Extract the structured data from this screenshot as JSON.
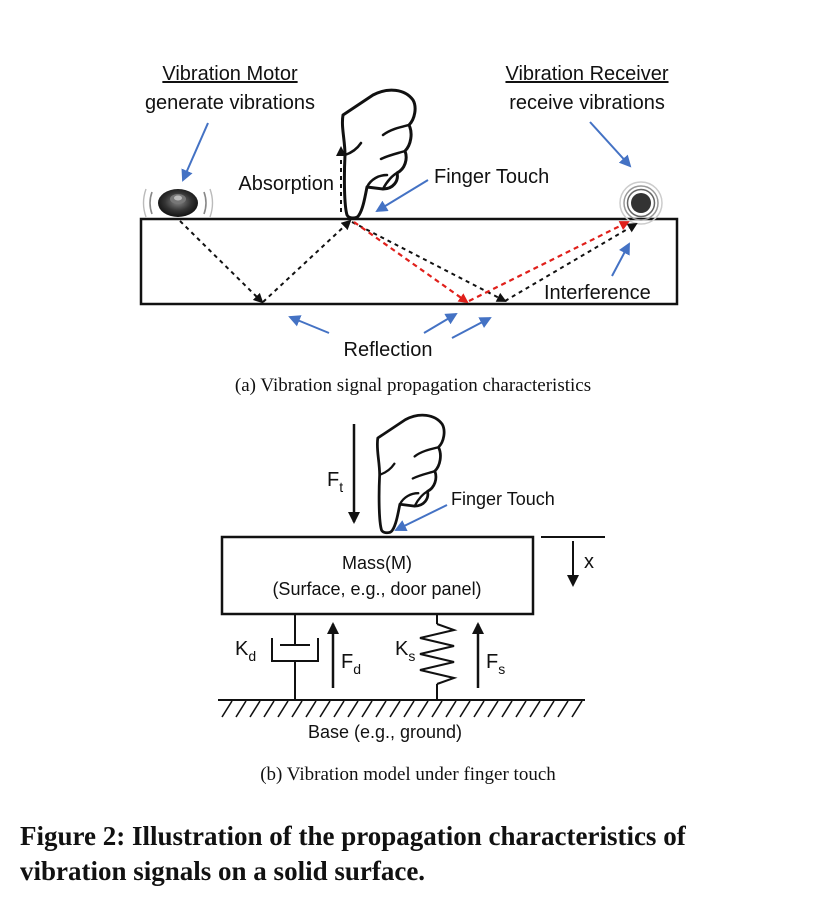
{
  "panel_a": {
    "motor_title": "Vibration Motor",
    "motor_desc": "generate vibrations",
    "receiver_title": "Vibration Receiver",
    "receiver_desc": "receive vibrations",
    "absorption": "Absorption",
    "finger_touch": "Finger Touch",
    "interference": "Interference",
    "reflection": "Reflection",
    "caption": "(a)  Vibration signal propagation characteristics",
    "colors": {
      "signal": "#111111",
      "interfering_signal": "#e0201b",
      "pointer_arrows": "#4472c4"
    }
  },
  "panel_b": {
    "ft_main": "F",
    "ft_sub": "t",
    "finger_touch": "Finger Touch",
    "mass_line1": "Mass(M)",
    "mass_line2": "(Surface, e.g., door panel)",
    "x_label": "x",
    "kd_main": "K",
    "kd_sub": "d",
    "fd_main": "F",
    "fd_sub": "d",
    "ks_main": "K",
    "ks_sub": "s",
    "fs_main": "F",
    "fs_sub": "s",
    "base": "Base (e.g., ground)",
    "caption": "(b)  Vibration model under finger touch"
  },
  "figure_caption": {
    "line1": "Figure 2: Illustration of the propagation characteristics of",
    "line2": "vibration signals on a solid surface."
  }
}
